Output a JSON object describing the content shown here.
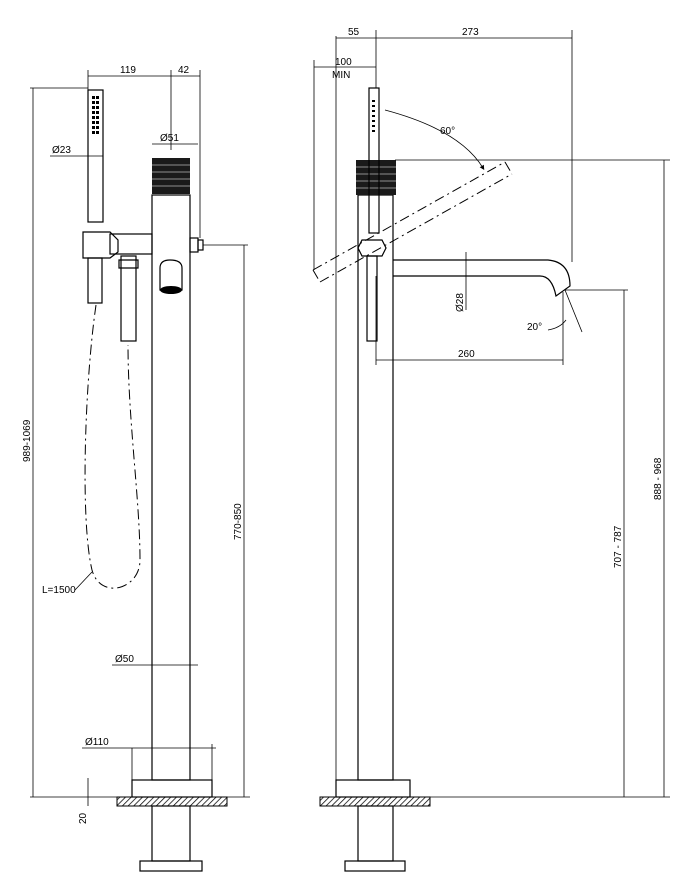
{
  "front_view": {
    "width_handshower_offset": "119",
    "width_connector": "42",
    "diameter_handle": "Ø51",
    "diameter_handshower": "Ø23",
    "diameter_column": "Ø50",
    "diameter_base": "Ø110",
    "height_total": "989-1069",
    "height_outlet": "770-850",
    "hose_length": "L=1500",
    "floor_thickness": "20"
  },
  "side_view": {
    "clearance": "100",
    "clearance_note": "MIN",
    "offset_column": "55",
    "reach_top": "273",
    "angle_lever": "60°",
    "diameter_spout": "Ø28",
    "angle_spout": "20°",
    "reach_spout": "260",
    "height_spout": "707 - 787",
    "height_total": "888 - 968"
  }
}
